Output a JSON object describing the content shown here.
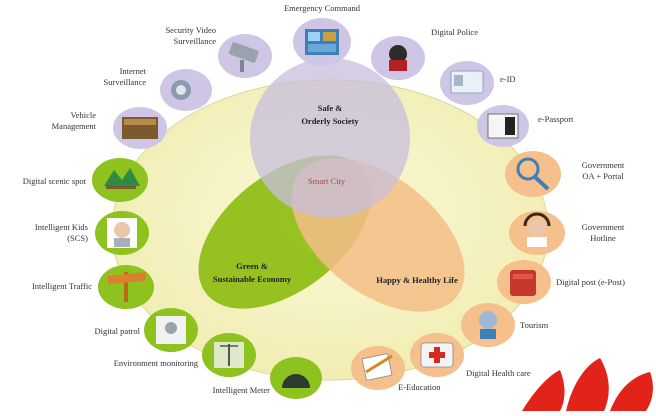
{
  "diagram": {
    "core_label": "Smart City",
    "venn": [
      {
        "id": "safe",
        "lines": [
          "Safe &",
          "Orderly Society"
        ],
        "color": "#c7bedc"
      },
      {
        "id": "green",
        "lines": [
          "Green &",
          "Sustainable Economy"
        ],
        "color": "#8dbd12"
      },
      {
        "id": "happy",
        "lines": [
          "Happy & Healthy Life"
        ],
        "color": "#f4bd86"
      }
    ],
    "outer_color": "#f6f3c4",
    "services_left": [
      {
        "id": "vehicle",
        "lines": [
          "Vehicle",
          "Management"
        ]
      },
      {
        "id": "internet",
        "lines": [
          "Internet",
          "Surveillance"
        ]
      },
      {
        "id": "video",
        "lines": [
          "Security Video",
          "Surveillance"
        ]
      },
      {
        "id": "scenic",
        "lines": [
          "Digital scenic spot"
        ]
      },
      {
        "id": "kids",
        "lines": [
          "Intelligent Kids",
          "(SCS)"
        ]
      },
      {
        "id": "traffic",
        "lines": [
          "Intelligent Traffic"
        ]
      },
      {
        "id": "patrol",
        "lines": [
          "Digital patrol"
        ]
      },
      {
        "id": "env",
        "lines": [
          "Environment monitoring"
        ]
      },
      {
        "id": "meter",
        "lines": [
          "Intelligent Meter"
        ]
      }
    ],
    "services_right": [
      {
        "id": "emergency",
        "lines": [
          "Emergency Command"
        ]
      },
      {
        "id": "police",
        "lines": [
          "Digital Police"
        ]
      },
      {
        "id": "eid",
        "lines": [
          "e-ID"
        ]
      },
      {
        "id": "passport",
        "lines": [
          "e-Passport"
        ]
      },
      {
        "id": "gov_oa",
        "lines": [
          "Government",
          "OA + Portal"
        ]
      },
      {
        "id": "hotline",
        "lines": [
          "Government",
          "Hotline"
        ]
      },
      {
        "id": "post",
        "lines": [
          "Digital post (e-Post)"
        ]
      },
      {
        "id": "tourism",
        "lines": [
          "Tourism"
        ]
      },
      {
        "id": "health",
        "lines": [
          "Digital Health care"
        ]
      },
      {
        "id": "education",
        "lines": [
          "E-Education"
        ]
      }
    ],
    "ring_colors": {
      "safe": "#cfc6e6",
      "green": "#8dc21f",
      "happy": "#f6c08c"
    },
    "brand_color": "#e2231a"
  }
}
